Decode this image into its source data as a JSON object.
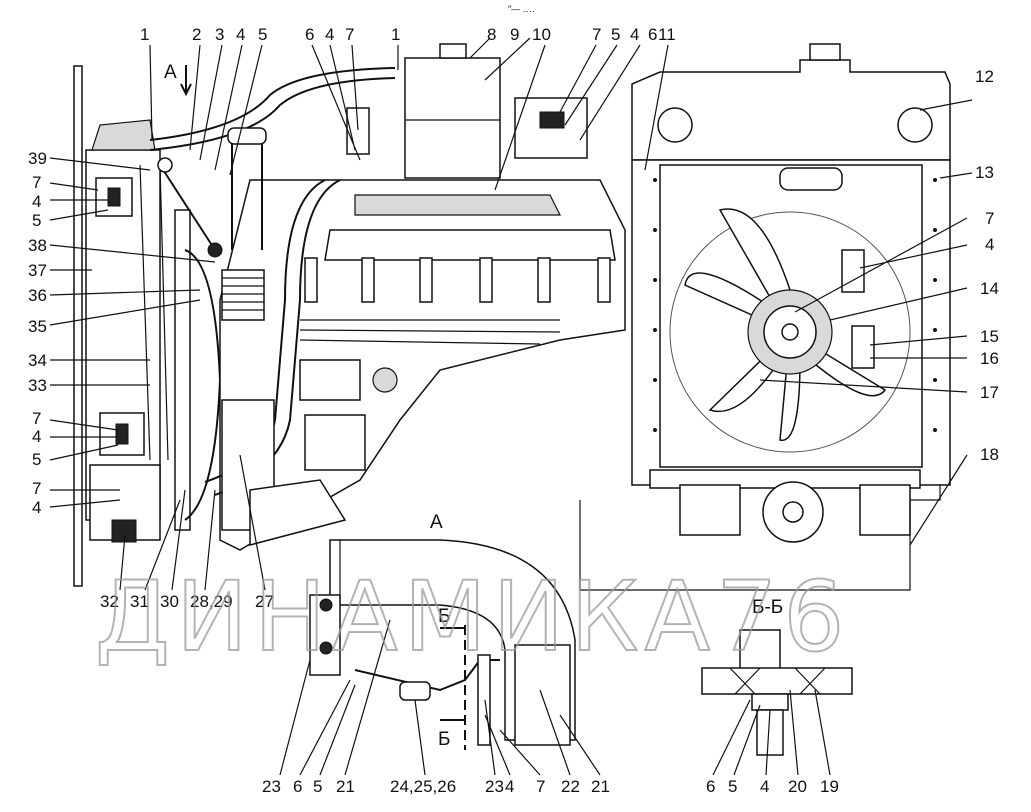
{
  "header_mark": "″— ‥‥",
  "watermark": "ДИНАМИКА76",
  "section_labels": {
    "view_a_arrow": "А",
    "view_a_title": "А",
    "section_bb_title": "Б-Б",
    "cut_mark_top": "Б",
    "cut_mark_bottom": "Б"
  },
  "callouts_top": [
    "1",
    "2",
    "3",
    "4",
    "5",
    "6",
    "4",
    "7",
    "1",
    "8",
    "9",
    "10",
    "7",
    "5",
    "4",
    "6",
    "11"
  ],
  "callouts_left": [
    "39",
    "7",
    "4",
    "5",
    "38",
    "37",
    "36",
    "35",
    "34",
    "33",
    "7",
    "4",
    "5",
    "7",
    "4"
  ],
  "callouts_right": [
    "12",
    "13",
    "7",
    "4",
    "14",
    "15",
    "16",
    "17",
    "18"
  ],
  "callouts_bottom_left": [
    "32",
    "31",
    "30",
    "28,29",
    "27"
  ],
  "callouts_view_a_bottom": [
    "23",
    "6",
    "5",
    "21",
    "24,25,26",
    "23",
    "4",
    "7",
    "22",
    "21"
  ],
  "callouts_section_bb_bottom": [
    "6",
    "5",
    "4",
    "20",
    "19"
  ]
}
